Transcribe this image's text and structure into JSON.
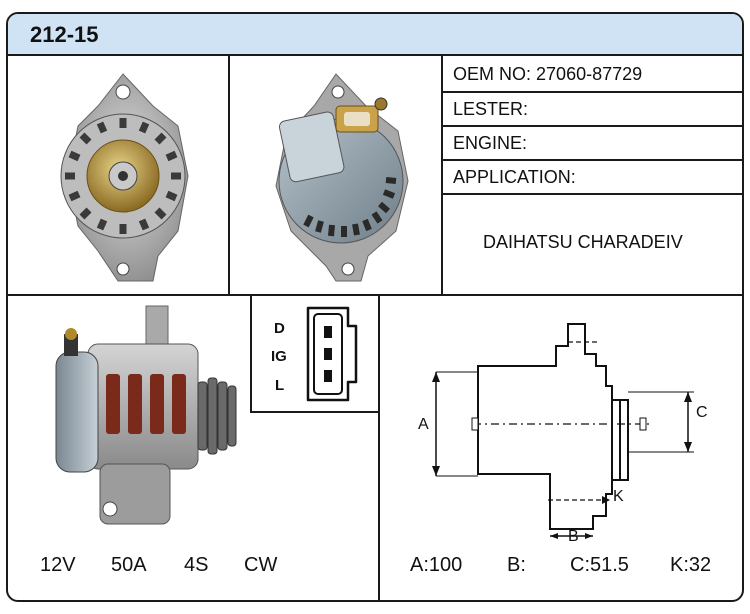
{
  "part_number": "212-15",
  "info": {
    "oem_label": "OEM NO:",
    "oem_value": "27060-87729",
    "lester_label": "LESTER:",
    "engine_label": "ENGINE:",
    "application_label": "APPLICATION:",
    "application_value": "DAIHATSU CHARADEIV"
  },
  "connector": {
    "pins": [
      "D",
      "IG",
      "L"
    ]
  },
  "specs": {
    "voltage": "12V",
    "amperage": "50A",
    "pulley": "4S",
    "rotation": "CW"
  },
  "dimensions": {
    "labels": {
      "a": "A",
      "b": "B",
      "c": "C",
      "k": "K"
    },
    "a_text": "A:100",
    "b_text": "B:",
    "c_text": "C:51.5",
    "k_text": "K:32"
  },
  "icons": [
    "alternator-front-photo",
    "alternator-rear-photo",
    "alternator-side-photo",
    "connector-plug-diagram",
    "dimension-diagram"
  ]
}
